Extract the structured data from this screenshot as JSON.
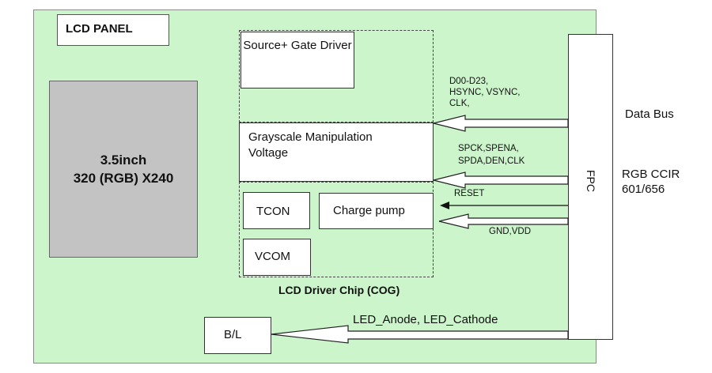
{
  "panel": {
    "title": "LCD PANEL"
  },
  "lcd_glass": {
    "size": "3.5inch",
    "resolution": "320 (RGB) X240"
  },
  "chip": {
    "caption": "LCD Driver Chip (COG)",
    "source_gate_driver": "Source+ Gate Driver",
    "grayscale_block": "Grayscale Manipulation Voltage",
    "tcon": "TCON",
    "charge_pump": "Charge pump",
    "vcom": "VCOM"
  },
  "backlight": {
    "label": "B/L"
  },
  "fpc": {
    "label": "FPC"
  },
  "signals": {
    "data_lines": "D00-D23,",
    "sync_lines": "HSYNC, VSYNC,",
    "clk_line": "CLK,",
    "serial_line1": "SPCK,SPENA,",
    "serial_line2": "SPDA,DEN,CLK",
    "reset": "RESET",
    "power": "GND,VDD",
    "led": "LED_Anode, LED_Cathode"
  },
  "external": {
    "data_bus": "Data Bus",
    "rgb_line1": "RGB CCIR",
    "rgb_line2": "601/656"
  }
}
